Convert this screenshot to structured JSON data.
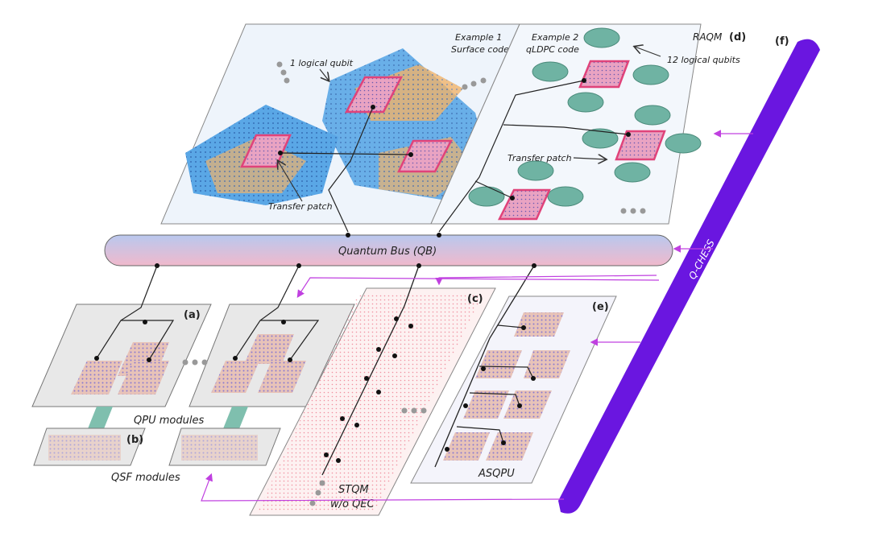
{
  "top_plane": {
    "example1": [
      "Example 1",
      "Surface code"
    ],
    "example2": [
      "Example 2",
      "qLDPC code"
    ],
    "raqm": "RAQM",
    "logical_qubit": "1 logical qubit",
    "twelve_logical": "12 logical qubits",
    "transfer_patch_left": "Transfer patch",
    "transfer_patch_right": "Transfer patch",
    "tag_d": "(d)"
  },
  "bus": {
    "label": "Quantum Bus (QB)"
  },
  "qchess": {
    "label": "Q-CHESS",
    "tag": "(f)",
    "color": "#6a16e0"
  },
  "qpu": {
    "label": "QPU modules",
    "tag": "(a)"
  },
  "qsf": {
    "label": "QSF modules",
    "tag": "(b)"
  },
  "stqm": {
    "label": [
      "STQM",
      "w/o QEC"
    ],
    "tag": "(c)"
  },
  "asqpu": {
    "label": "ASQPU",
    "tag": "(e)"
  },
  "colors": {
    "patch": "#e0437a",
    "surface_blue": "#5aa7e6",
    "surface_orange": "#f0b36a",
    "ldpc": "#6fb3a3",
    "arrow": "#c040e0"
  }
}
